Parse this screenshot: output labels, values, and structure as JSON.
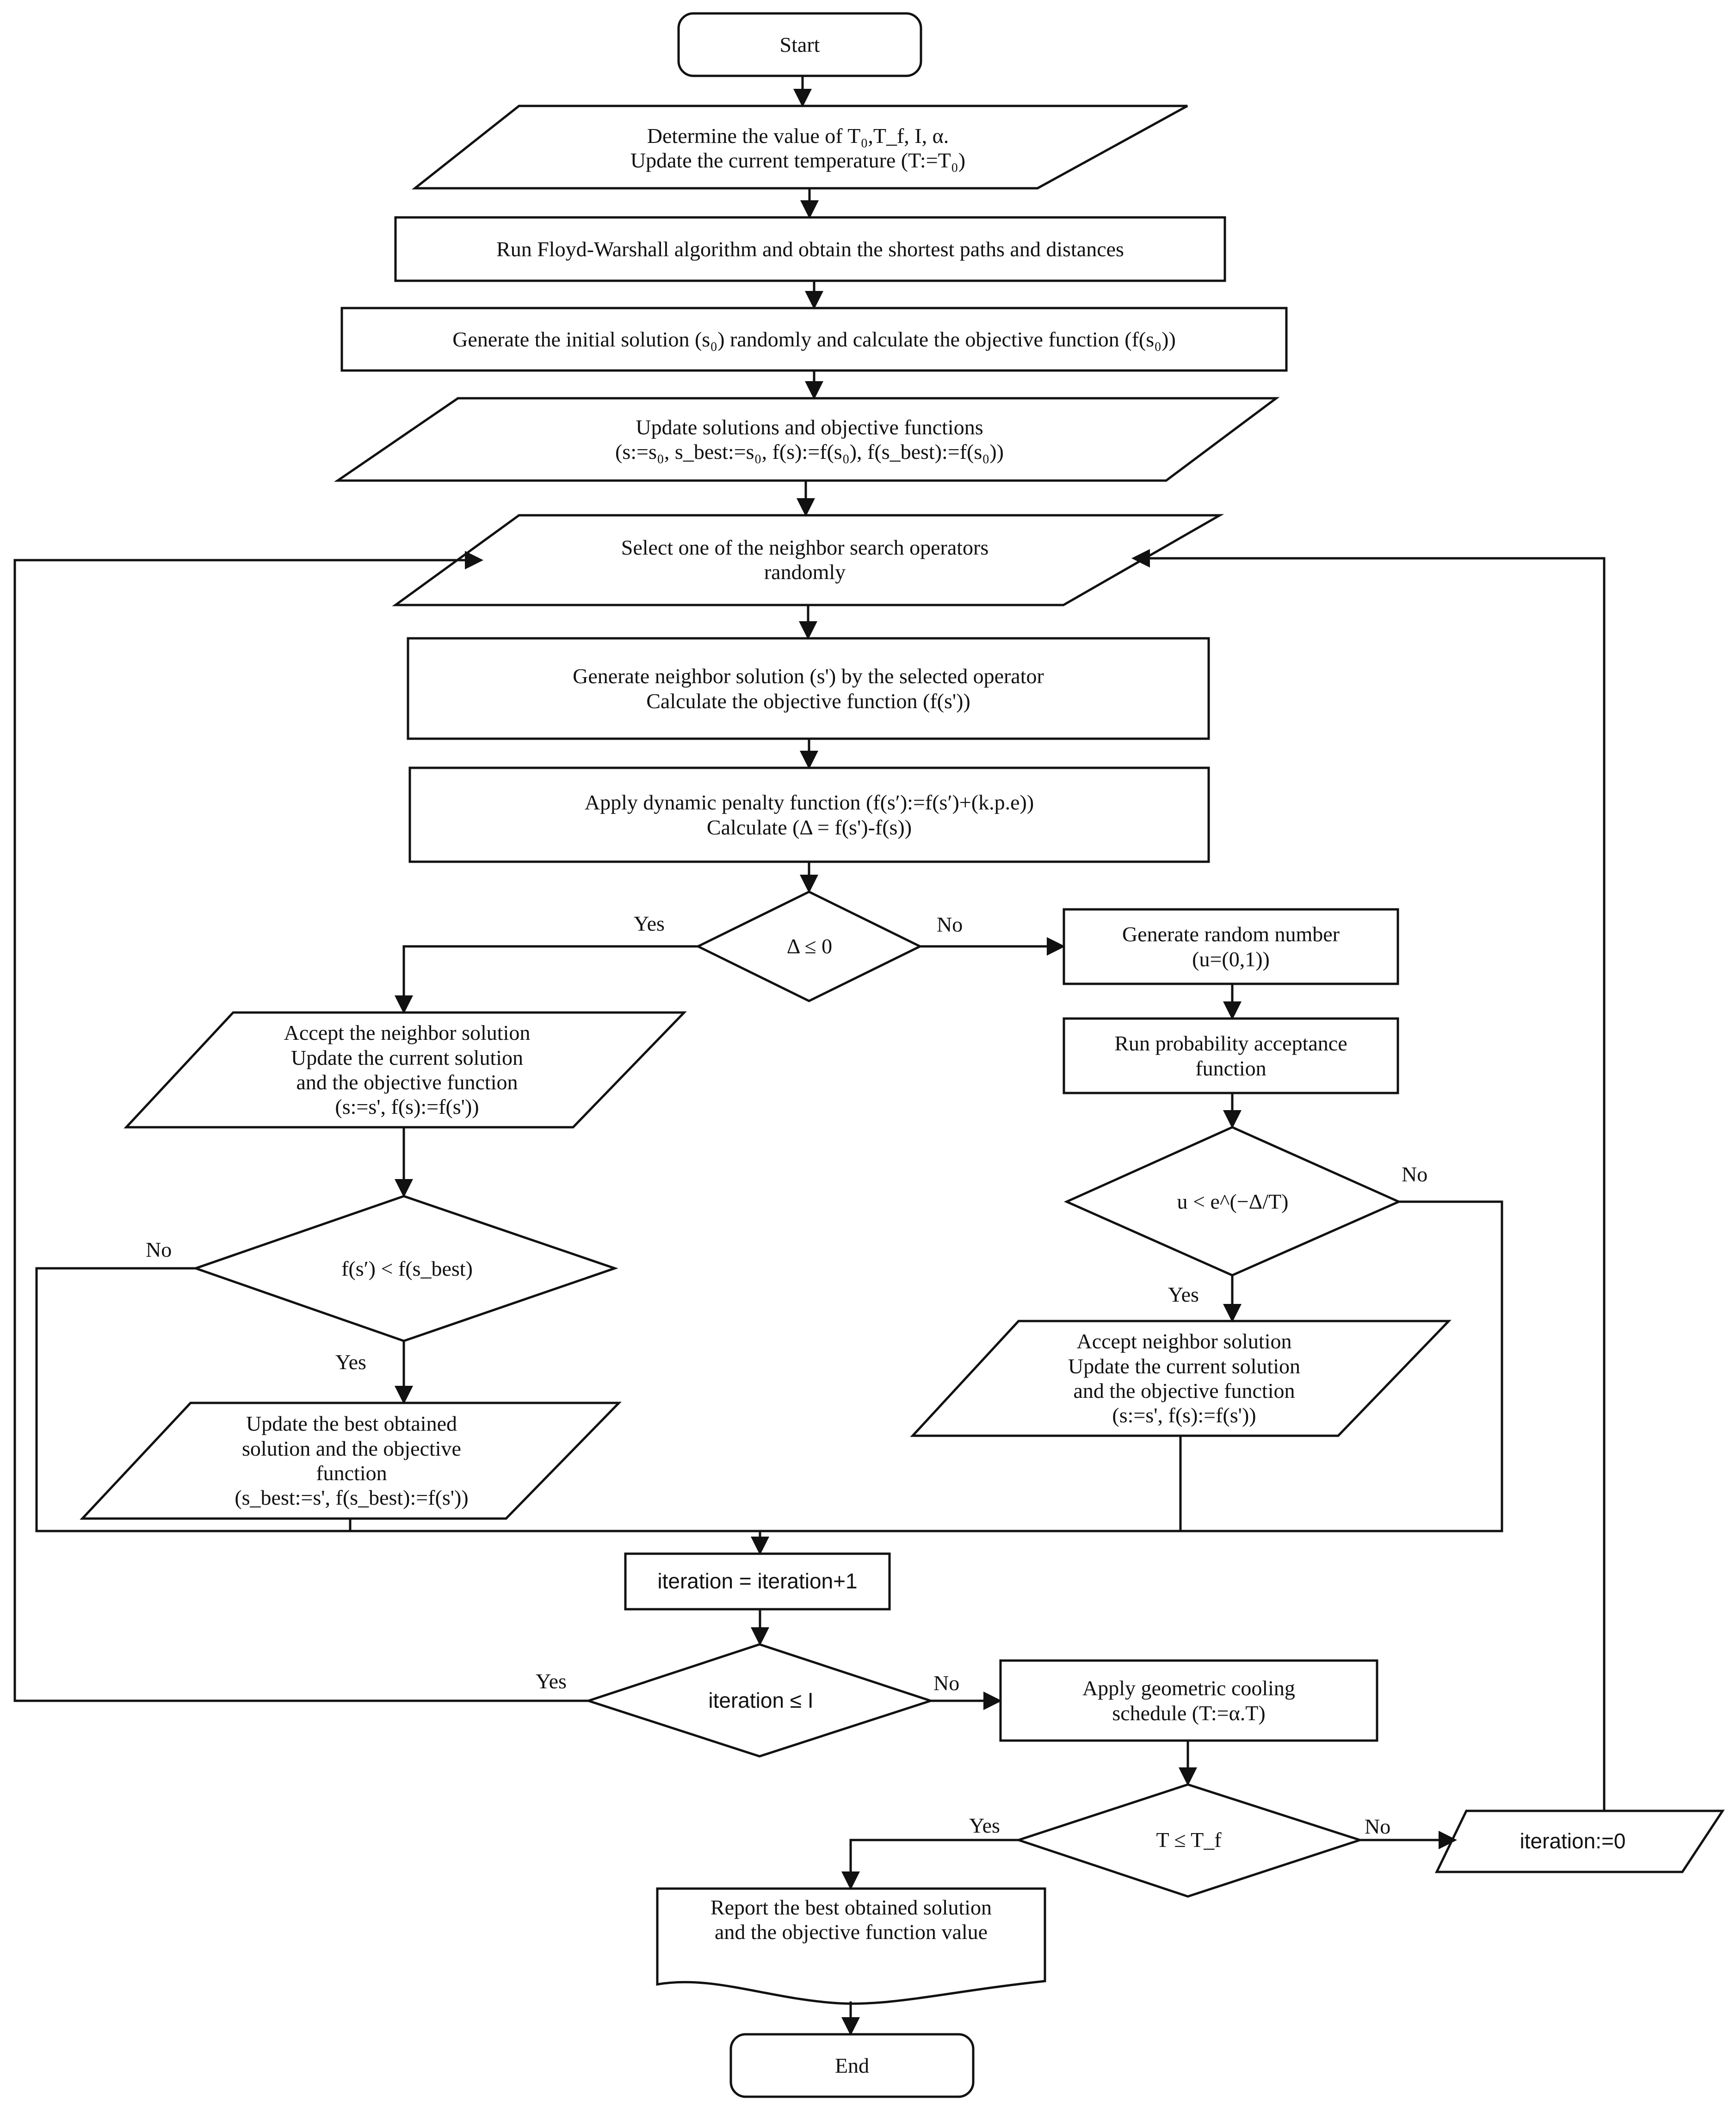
{
  "nodes": {
    "start": "Start",
    "init_params_line1": "Determine the value of T₀,T_f, I, α.",
    "init_params_line2": "Update the current temperature (T:=T₀)",
    "floyd": "Run Floyd-Warshall algorithm and obtain the shortest paths and distances",
    "initial_solution": "Generate the initial solution (s₀) randomly and calculate the objective function (f(s₀))",
    "update_solutions_line1": "Update solutions and objective functions",
    "update_solutions_line2": "(s:=s₀, s_best:=s₀, f(s):=f(s₀), f(s_best):=f(s₀))",
    "select_operator_line1": "Select one of the neighbor search operators",
    "select_operator_line2": "randomly",
    "neighbor_line1": "Generate neighbor solution (s') by the selected operator",
    "neighbor_line2": "Calculate the objective function (f(s'))",
    "penalty_line1": "Apply dynamic penalty function (f(s′):=f(s′)+(k.p.e))",
    "penalty_line2": "Calculate (Δ = f(s')-f(s))",
    "decision_delta": "Δ ≤ 0",
    "random_number_line1": "Generate random number",
    "random_number_line2": "(u=(0,1))",
    "probability_line1": "Run probability acceptance",
    "probability_line2": "function",
    "decision_u": "u < e^(−Δ/T)",
    "accept_left_line1": "Accept the neighbor solution",
    "accept_left_line2": "Update the current solution",
    "accept_left_line3": "and the objective function",
    "accept_left_line4": "(s:=s', f(s):=f(s'))",
    "decision_best": "f(s′) < f(s_best)",
    "accept_right_line1": "Accept neighbor solution",
    "accept_right_line2": "Update the current solution",
    "accept_right_line3": "and the objective function",
    "accept_right_line4": "(s:=s', f(s):=f(s'))",
    "update_best_line1": "Update the best obtained",
    "update_best_line2": "solution and the objective",
    "update_best_line3": "function",
    "update_best_line4": "(s_best:=s', f(s_best):=f(s'))",
    "iteration_increment": "iteration = iteration+1",
    "decision_iteration": "iteration ≤ I",
    "cooling_line1": "Apply geometric cooling",
    "cooling_line2": "schedule (T:=α.T)",
    "decision_temp": "T ≤ T_f",
    "iteration_reset": "iteration:=0",
    "report_line1": "Report the best obtained solution",
    "report_line2": "and the objective function value",
    "end": "End"
  },
  "branches": {
    "delta_yes": "Yes",
    "delta_no": "No",
    "u_no": "No",
    "u_yes": "Yes",
    "best_no": "No",
    "best_yes": "Yes",
    "iter_yes": "Yes",
    "iter_no": "No",
    "temp_yes": "Yes",
    "temp_no": "No"
  }
}
